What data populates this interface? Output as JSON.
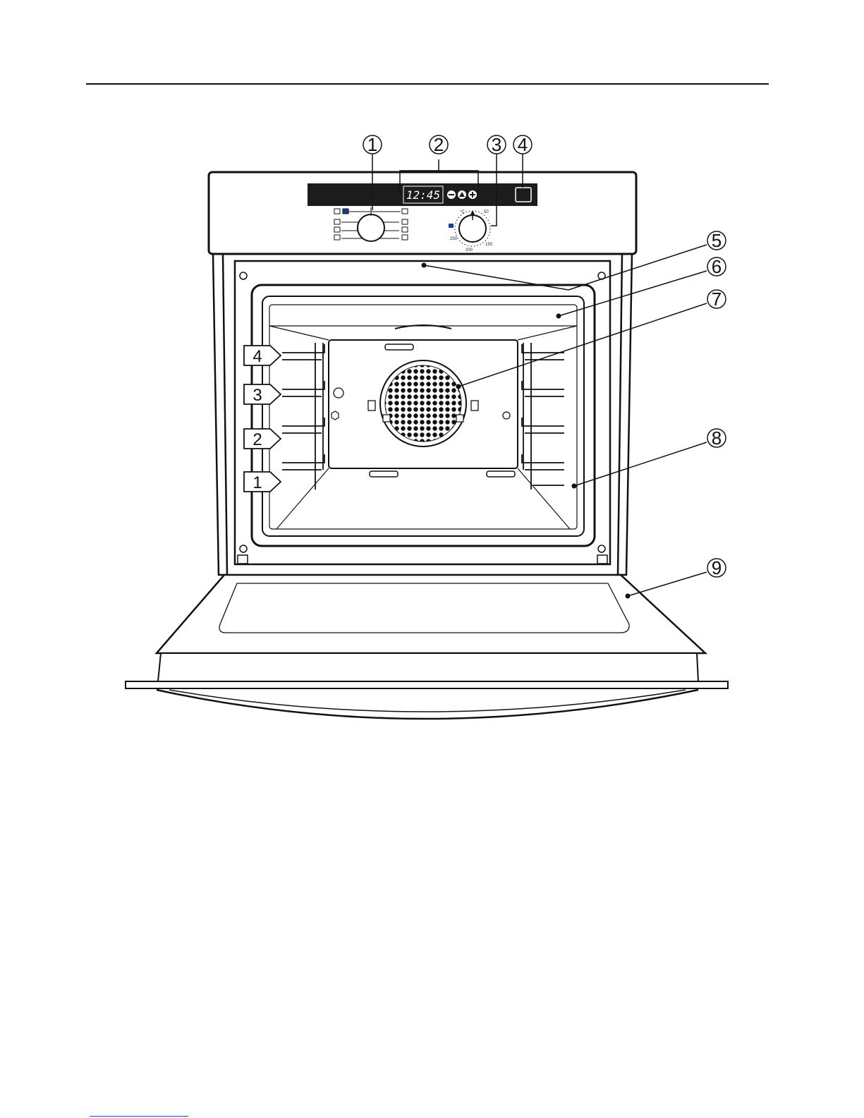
{
  "callouts": [
    "1",
    "2",
    "3",
    "4",
    "5",
    "6",
    "7",
    "8",
    "9"
  ],
  "shelf_levels": [
    "4",
    "3",
    "2",
    "1"
  ],
  "display": {
    "time": "12:45",
    "buttons": [
      "minus",
      "clock",
      "plus"
    ]
  },
  "temperature_dial": {
    "unit": "°C",
    "scale": [
      "50",
      "150",
      "200",
      "250"
    ]
  },
  "icons": [
    "oven-function-selector-icon",
    "temperature-selector-icon",
    "light-symbol-icon",
    "fan-icon"
  ],
  "colors": {
    "line": "#111111",
    "panel": "#1c1c1c",
    "display_text": "#ffffff"
  }
}
